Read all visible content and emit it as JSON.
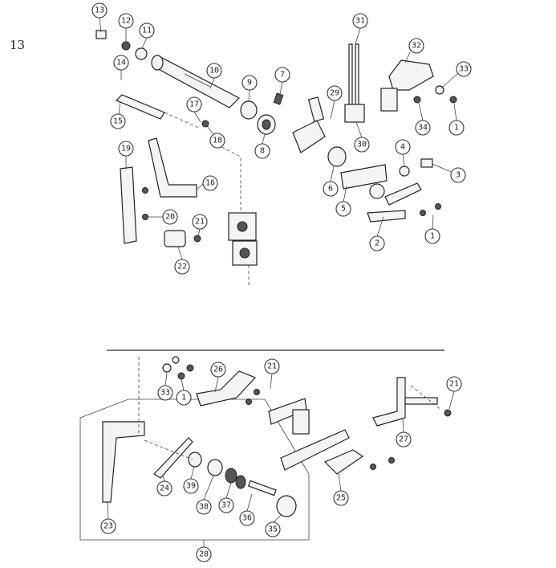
{
  "page": {
    "number": "13"
  },
  "callouts": [
    "13",
    "12",
    "11",
    "10",
    "9",
    "7",
    "29",
    "31",
    "32",
    "33",
    "14",
    "15",
    "17",
    "18",
    "8",
    "30",
    "34",
    "1",
    "4",
    "3",
    "19",
    "16",
    "6",
    "5",
    "20",
    "21",
    "2",
    "1",
    "22",
    "26",
    "21",
    "33",
    "1",
    "21",
    "27",
    "24",
    "39",
    "38",
    "37",
    "36",
    "35",
    "23",
    "25",
    "28"
  ]
}
